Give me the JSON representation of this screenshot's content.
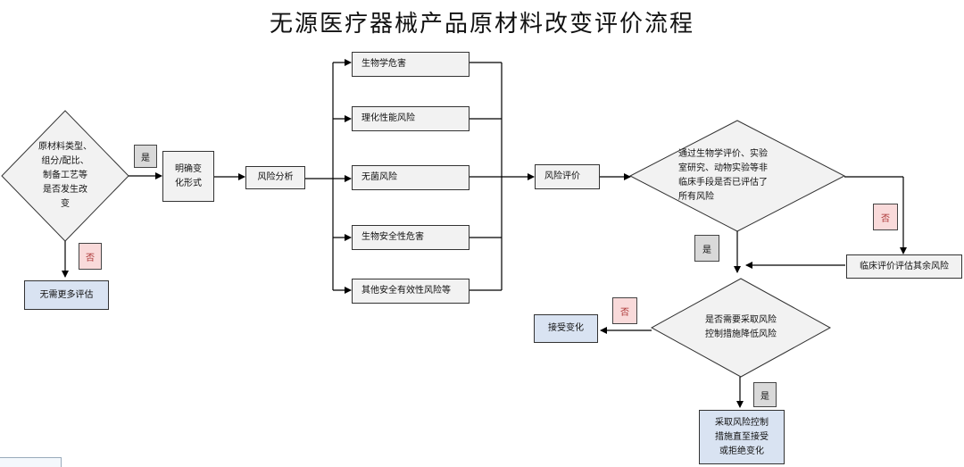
{
  "title": "无源医疗器械产品原材料改变评价流程",
  "nodes": {
    "start": "原材料类型、\n组分/配比、\n制备工艺等\n是否发生改\n变",
    "no_more_eval": "无需更多评估",
    "clarify": "明确变\n化形式",
    "risk_analysis": "风险分析",
    "bio_hazard": "生物学危害",
    "physchem_risk": "理化性能风险",
    "sterile_risk": "无菌风险",
    "biosafety_hazard": "生物安全性危害",
    "other_risk": "其他安全有效性风险等",
    "risk_eval": "风险评价",
    "all_risks_q": "通过生物学评价、实验\n室研究、动物实验等非\n临床手段是否已评估了\n所有风险",
    "clinical_eval": "临床评价评估其余风险",
    "control_q": "是否需要采取风险\n控制措施降低风险",
    "accept": "接受变化",
    "take_control": "采取风险控制\n措施直至接受\n或拒绝变化"
  },
  "labels": {
    "yes": "是",
    "no": "否"
  }
}
